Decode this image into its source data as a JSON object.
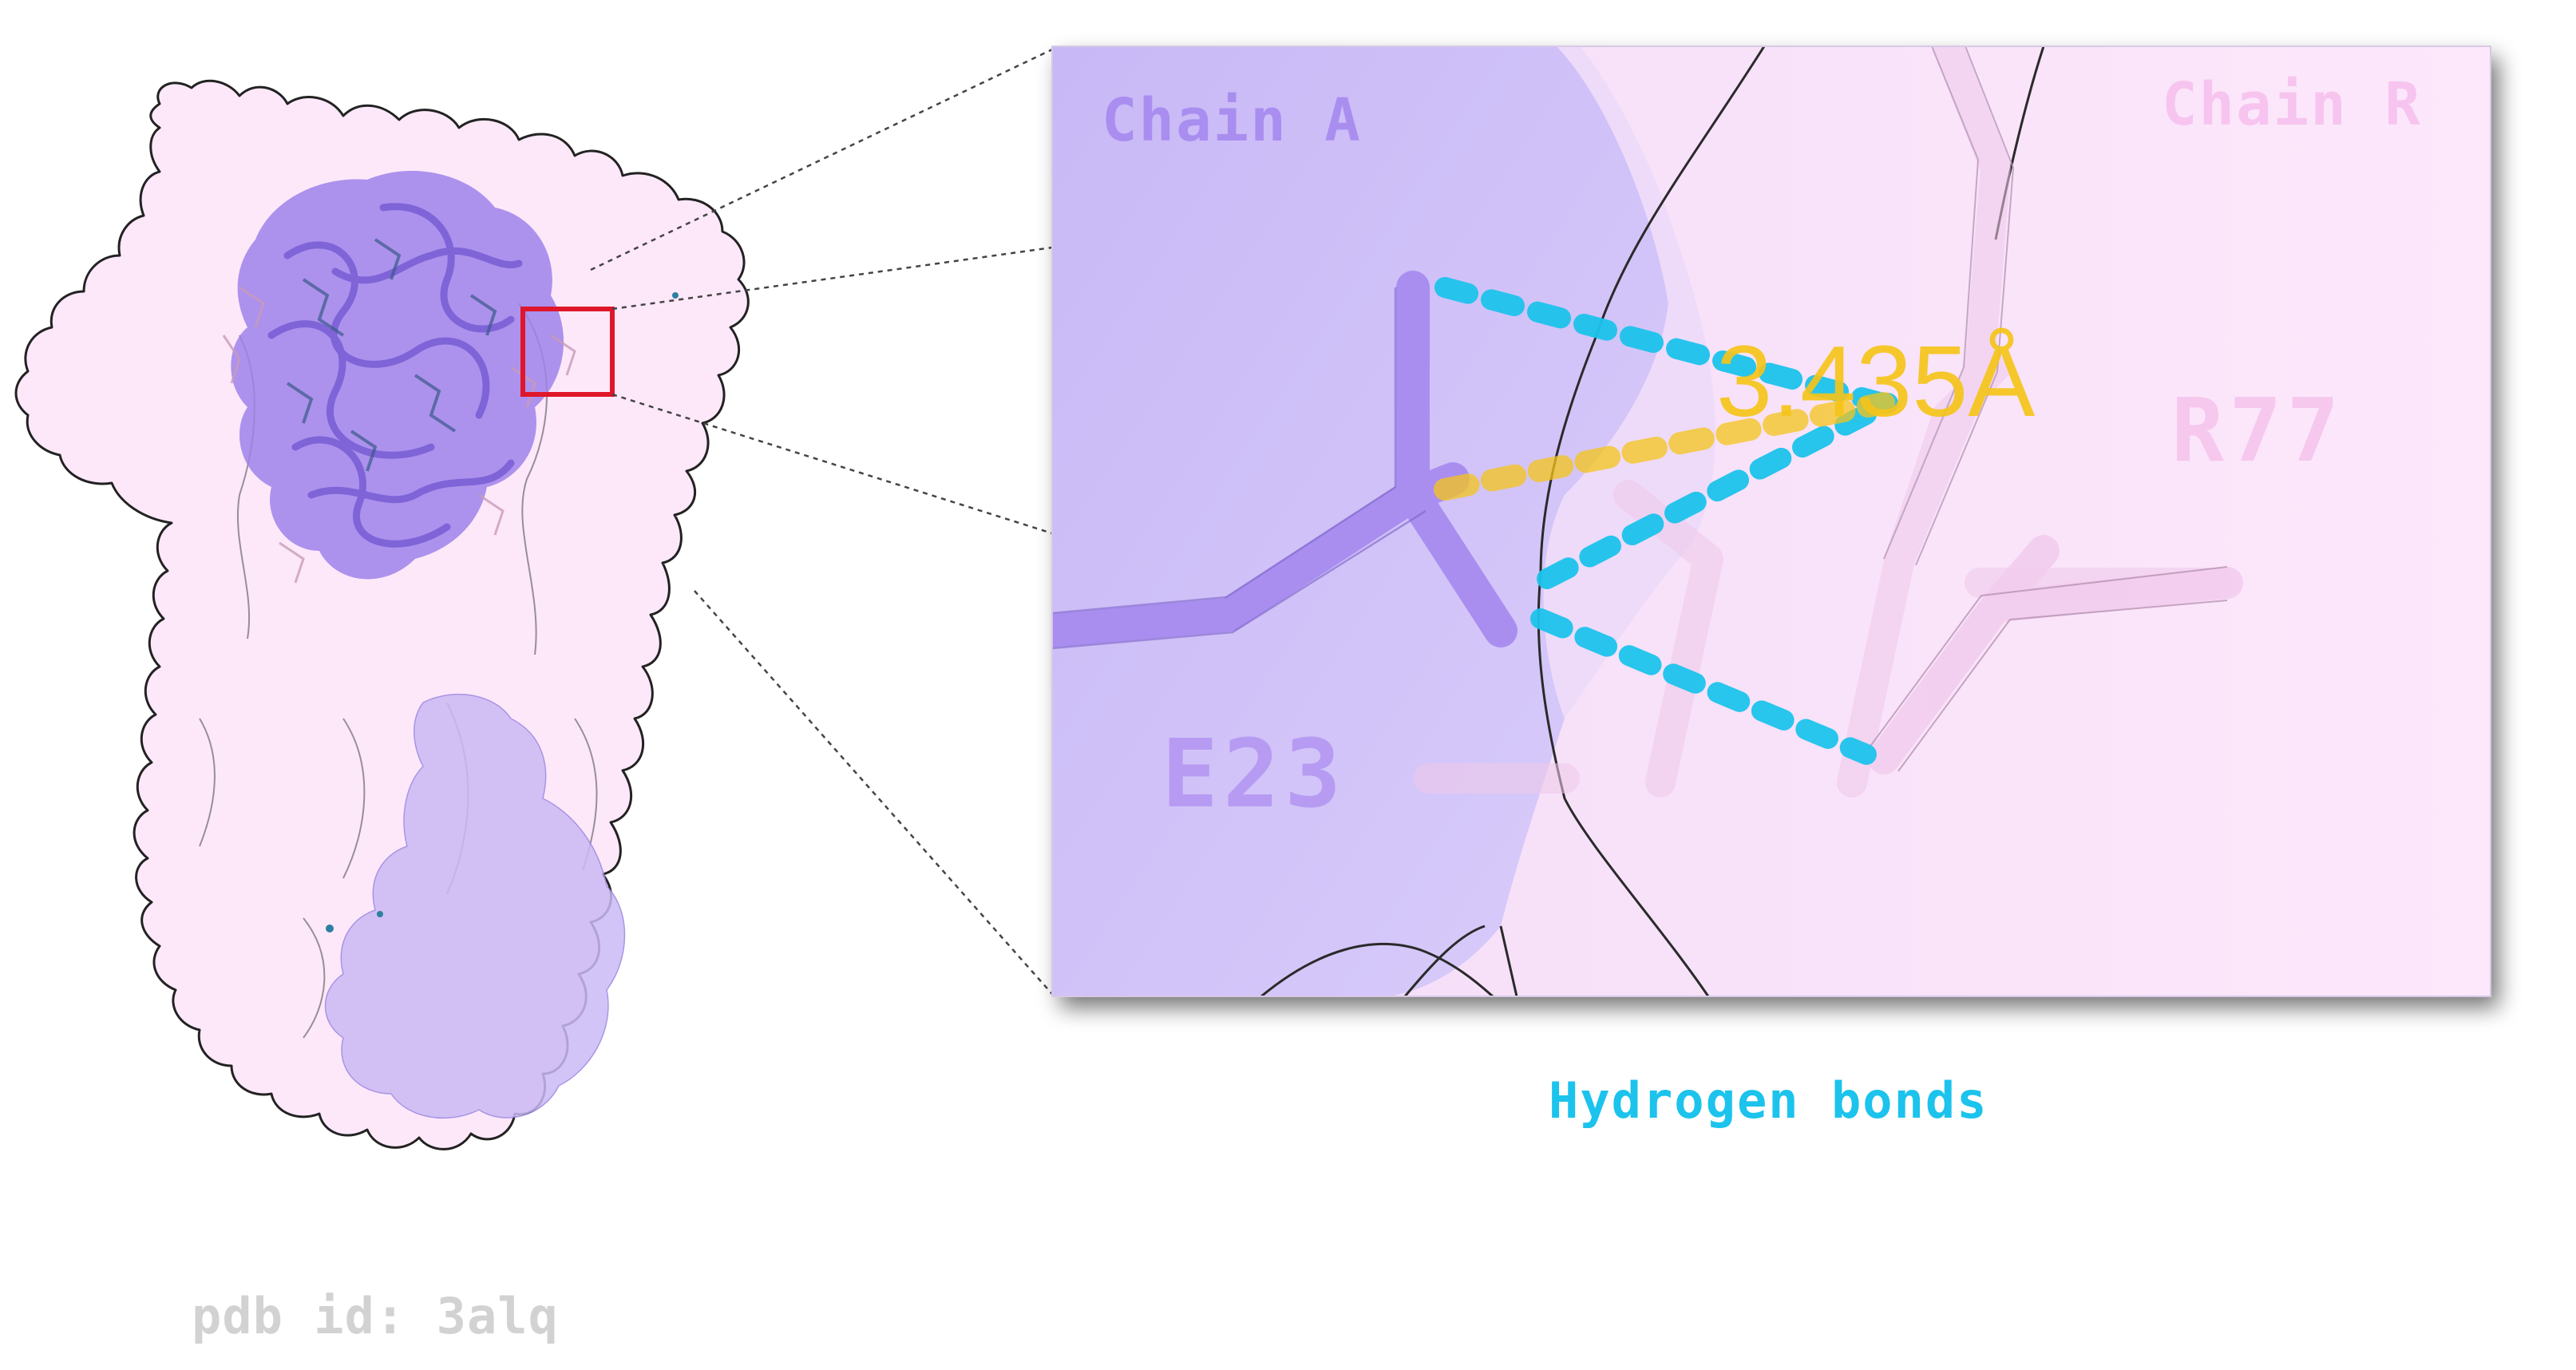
{
  "overview": {
    "pdb_label": "pdb id: 3alq"
  },
  "zoom_panel": {
    "chain_a_label": "Chain A",
    "chain_r_label": "Chain R",
    "residue_left": "E23",
    "residue_right": "R77",
    "distance_label": "3.435Å"
  },
  "legend": {
    "hbond_label": "Hydrogen bonds"
  },
  "colors": {
    "chain_a": "#a98ef0",
    "chain_a_light": "#cfc1f7",
    "chain_r": "#fde2fb",
    "chain_r_label": "#f7c4ef",
    "residue_label": "#b79bf2",
    "hbond": "#1cc3ec",
    "distance": "#f5c51a",
    "highlight_box": "#e0162b",
    "pdb_label": "#d2d2d2"
  }
}
